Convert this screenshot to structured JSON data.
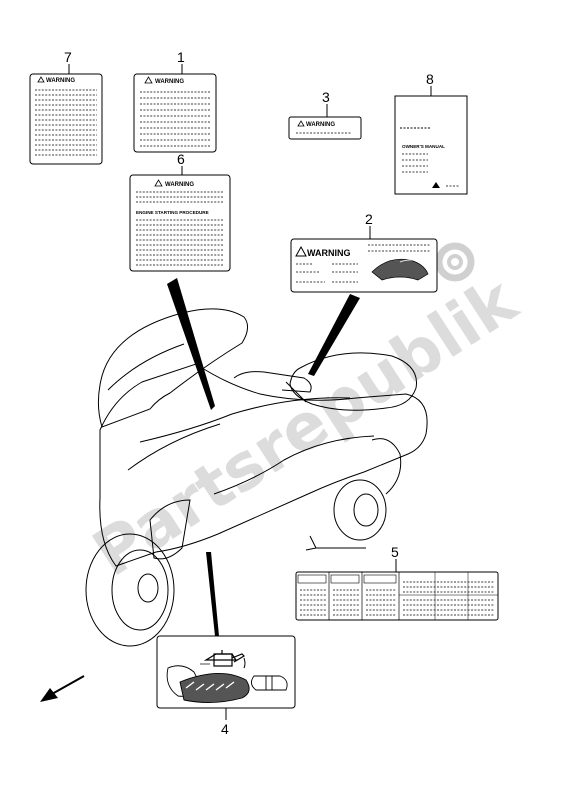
{
  "watermark": "Partsrepublik",
  "callouts": {
    "c1": "1",
    "c2": "2",
    "c3": "3",
    "c4": "4",
    "c5": "5",
    "c6": "6",
    "c7": "7",
    "c8": "8"
  },
  "labels": {
    "warning": "WARNING",
    "engine_starting_procedure": "ENGINE STARTING PROCEDURE",
    "manual_title": "OWNER'S MANUAL"
  }
}
